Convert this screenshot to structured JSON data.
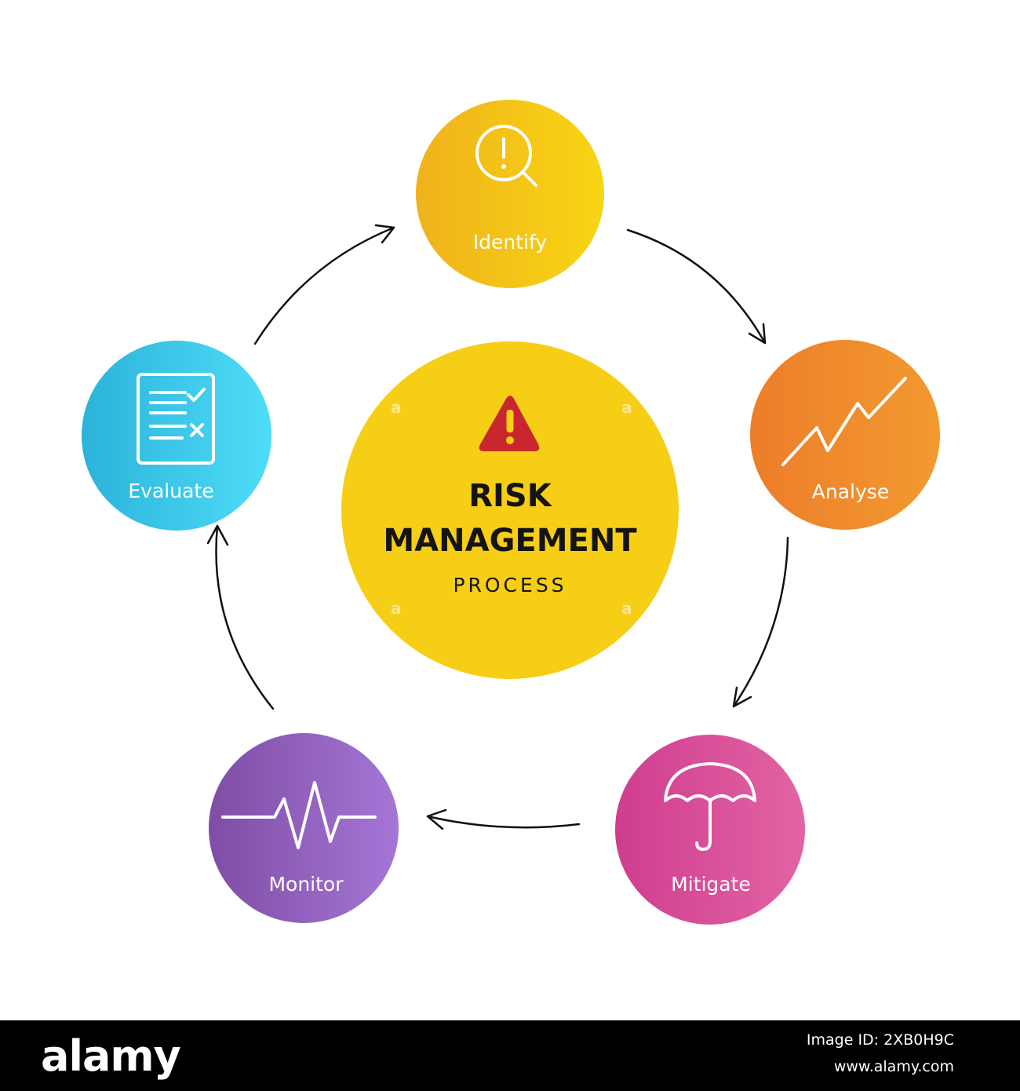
{
  "title": {
    "line1": "RISK",
    "line2": "MANAGEMENT",
    "line3": "PROCESS"
  },
  "stages": [
    {
      "label": "Identify",
      "icon": "magnifier-alert-icon"
    },
    {
      "label": "Analyse",
      "icon": "trend-up-icon"
    },
    {
      "label": "Mitigate",
      "icon": "umbrella-icon"
    },
    {
      "label": "Monitor",
      "icon": "heartbeat-icon"
    },
    {
      "label": "Evaluate",
      "icon": "checklist-icon"
    }
  ],
  "center_icon": "warning-triangle-icon",
  "colors": {
    "center": "#f7ce16",
    "identify": [
      "#efb21c",
      "#f9d513"
    ],
    "analyse": [
      "#ed7d2a",
      "#f29a30"
    ],
    "mitigate": [
      "#cf3d8e",
      "#e264a4"
    ],
    "monitor": [
      "#7f4da5",
      "#a576d6"
    ],
    "evaluate": [
      "#2bb3d9",
      "#4fdcf9"
    ],
    "warning": "#c9272e",
    "arrows": "#111111"
  },
  "footer": {
    "logo": "alamy",
    "image_id": "Image ID: 2XB0H9C",
    "url": "www.alamy.com"
  }
}
